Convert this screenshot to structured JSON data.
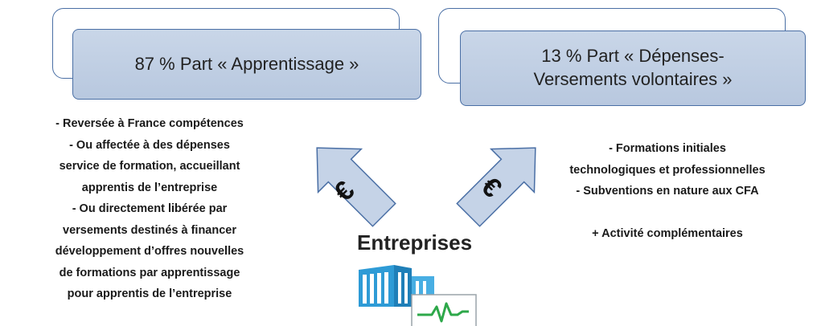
{
  "left_card": {
    "label": "87 % Part « Apprentissage »"
  },
  "right_card": {
    "line1": "13 % Part « Dépenses-",
    "line2": "Versements volontaires »"
  },
  "left_notes": [
    "- Reversée à France  compétences",
    "- Ou affectée à des dépenses",
    "service de formation, accueillant",
    "apprentis  de l’entreprise",
    "- Ou directement libérée par",
    "versements destinés à financer",
    "développement  d’offres  nouvelles",
    "de formations   par apprentissage",
    "pour apprentis de l’entreprise"
  ],
  "right_notes": [
    "- Formations  initiales",
    "technologiques et professionnelles",
    "- Subventions  en nature aux CFA",
    "",
    "+ Activité complémentaires"
  ],
  "center": {
    "title": "Entreprises"
  },
  "arrows": {
    "left_symbol": "€",
    "right_symbol": "€"
  },
  "colors": {
    "box_fill": "#c5d3e7",
    "border": "#4a6fa5",
    "building": "#2e9bd6",
    "pulse": "#2ea84a"
  },
  "icons": [
    "building-icon",
    "pulse-icon"
  ]
}
